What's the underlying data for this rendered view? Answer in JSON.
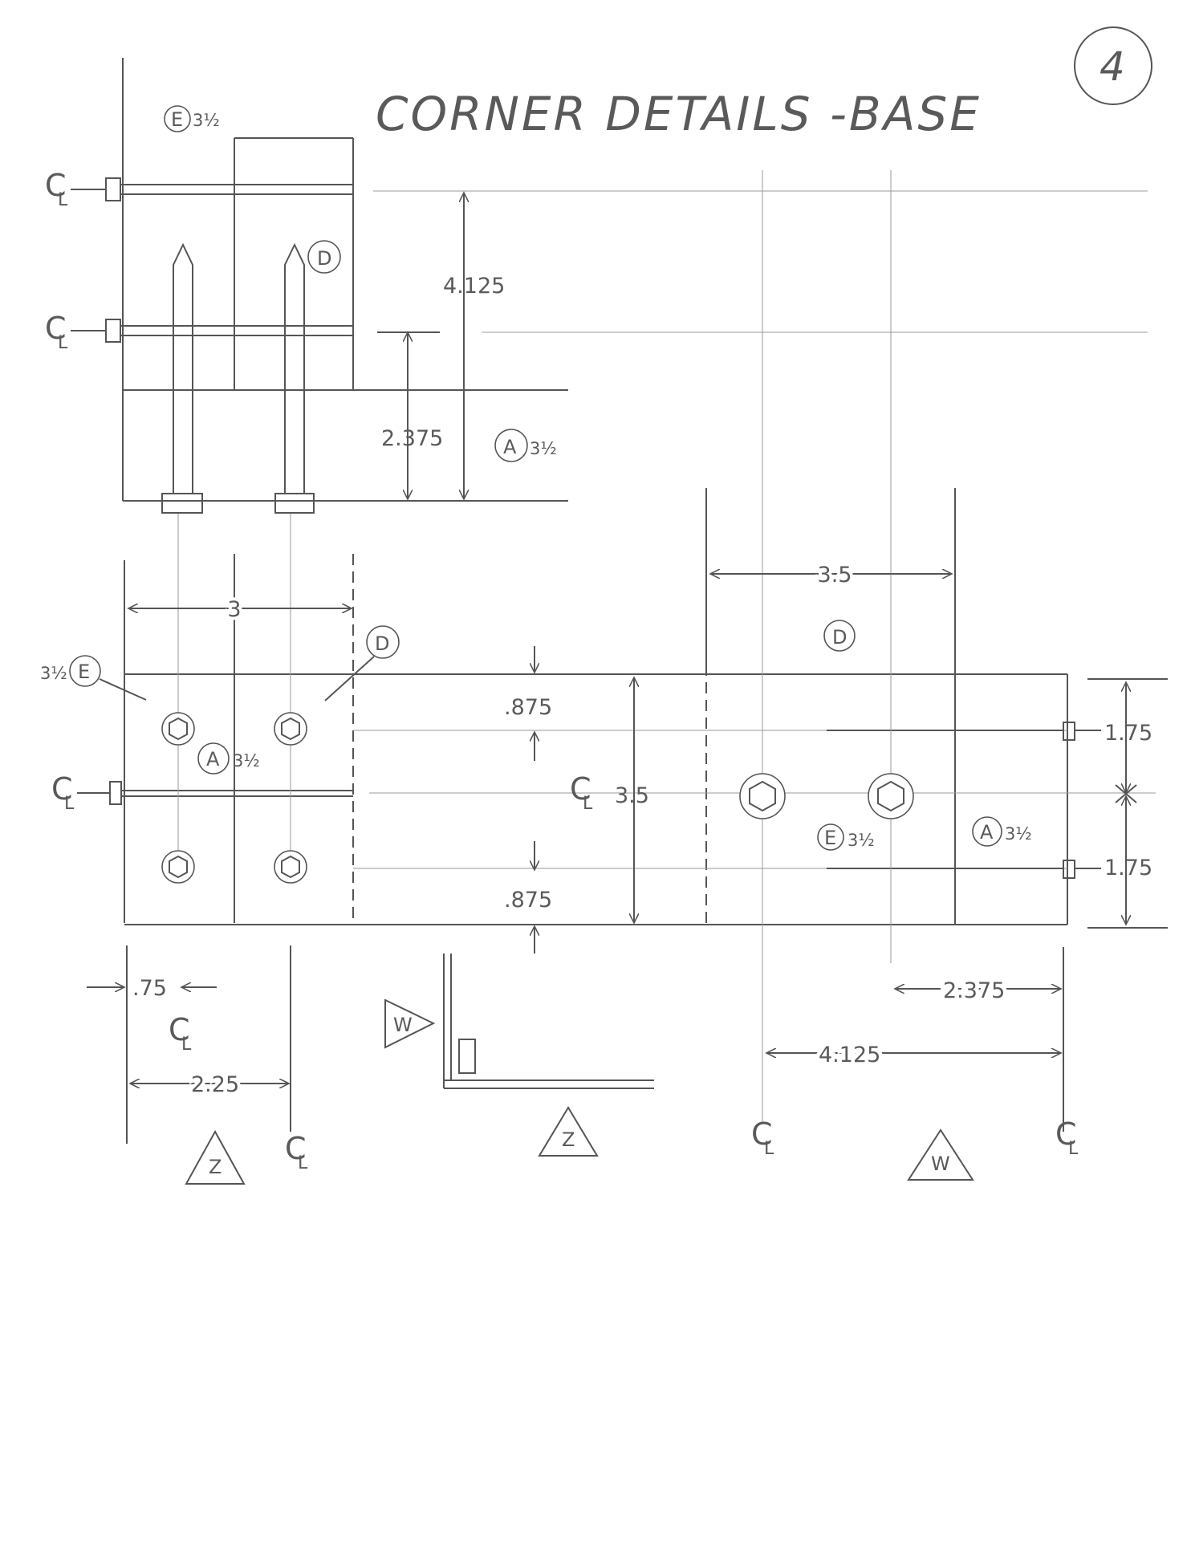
{
  "page": {
    "title": "CORNER DETAILS -BASE",
    "sheet_number": "4"
  },
  "symbols": {
    "centerline": "CL",
    "centerline_main": "C",
    "centerline_sub": "L"
  },
  "parts": {
    "a": "A",
    "d": "D",
    "e": "E",
    "w": "W",
    "z": "Z",
    "size": "3½"
  },
  "dims": {
    "d4125": "4.125",
    "d2375": "2.375",
    "d3": "3",
    "d35": "3.5",
    "d0875": ".875",
    "d175": "1.75",
    "d075": ".75",
    "d225": "2.25"
  }
}
